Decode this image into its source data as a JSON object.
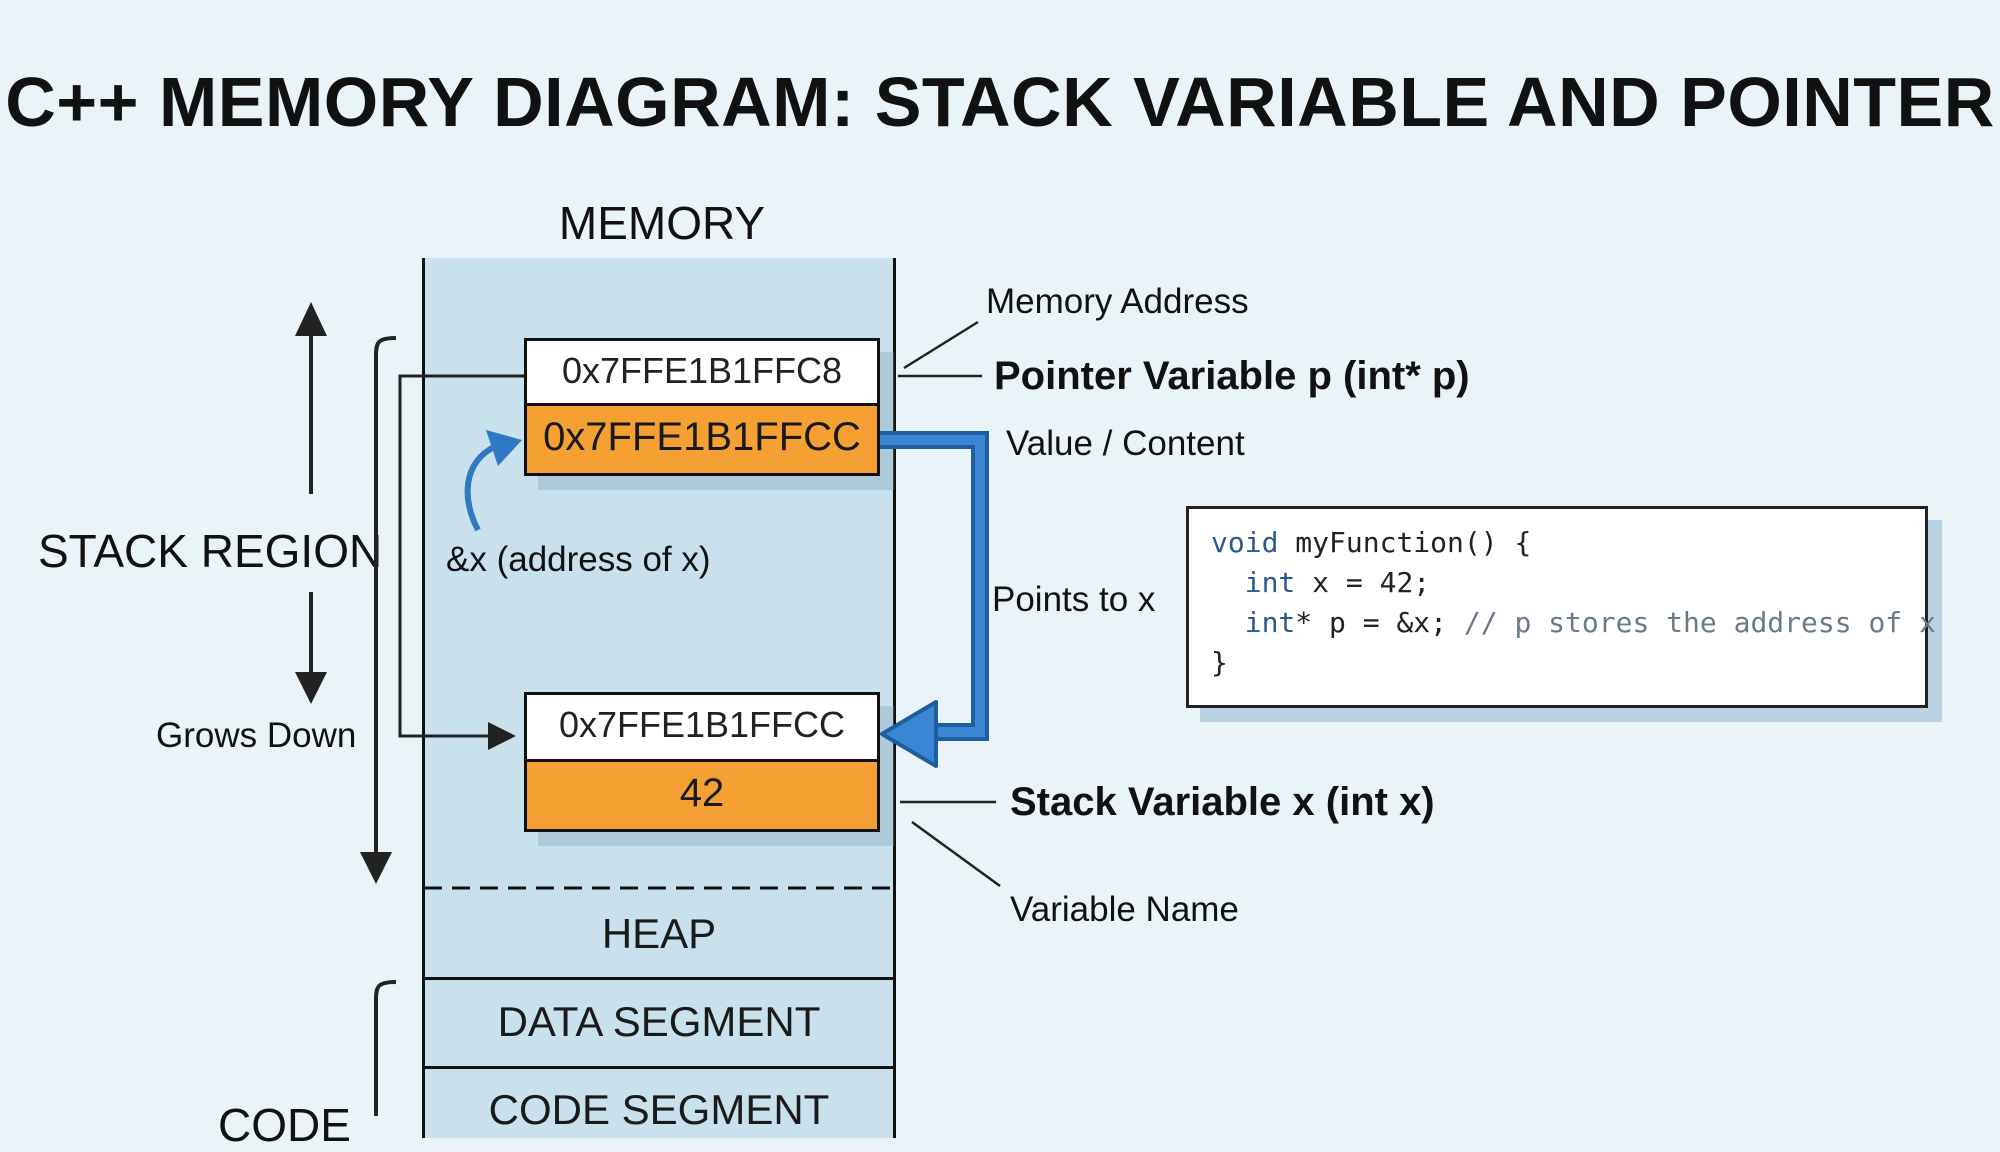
{
  "title": "C++ MEMORY DIAGRAM: STACK VARIABLE AND POINTER",
  "memory_label": "MEMORY",
  "stack": {
    "region_label": "STACK REGION",
    "grows_label": "Grows Down",
    "pointer_cell": {
      "address": "0x7FFE1B1FFC8",
      "value": "0x7FFE1B1FFCC"
    },
    "variable_cell": {
      "address": "0x7FFE1B1FFCC",
      "value": "42"
    },
    "address_of_label": "&x (address of x)"
  },
  "segments": {
    "heap": "HEAP",
    "data": "DATA SEGMENT",
    "code": "CODE SEGMENT",
    "code_side_label": "CODE"
  },
  "annotations": {
    "memory_address": "Memory Address",
    "pointer_variable": "Pointer Variable p (int* p)",
    "value_content": "Value / Content",
    "points_to": "Points to x",
    "stack_variable": "Stack Variable x (int x)",
    "variable_name": "Variable Name"
  },
  "code": {
    "line1_kw": "void",
    "line1_rest": " myFunction() {",
    "line2_indent": "  ",
    "line2_kw": "int",
    "line2_rest": " x = 42;",
    "line3_indent": "  ",
    "line3_kw": "int",
    "line3_rest": "* p = &x; ",
    "line3_comment": "// p stores the address of x",
    "line4": "}"
  },
  "colors": {
    "background": "#e9f3f8",
    "memory_column": "#c8e1ec",
    "value_cell": "#f5a033",
    "pointer_arrow": "#3a86d4"
  }
}
